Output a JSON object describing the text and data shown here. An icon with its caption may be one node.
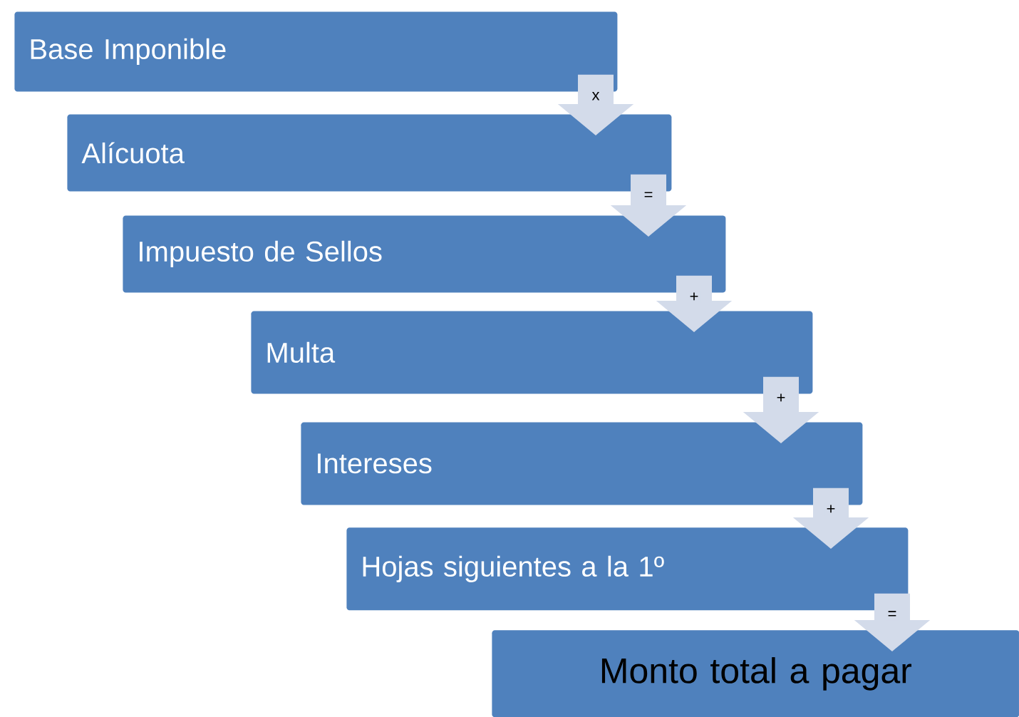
{
  "diagram": {
    "nodes": [
      {
        "text": [
          "Base Imponible"
        ]
      },
      {
        "text": [
          "Alícuota"
        ]
      },
      {
        "text": [
          "Impuesto de Sellos"
        ]
      },
      {
        "text": [
          "Multa"
        ]
      },
      {
        "text": [
          "Intereses"
        ]
      },
      {
        "text": [
          "Hojas siguientes a la 1º"
        ]
      },
      {
        "text": [
          "Monto total a pagar"
        ]
      }
    ],
    "edges": [
      {
        "from": 0,
        "to": 1,
        "arrow": "to",
        "label": "x"
      },
      {
        "from": 1,
        "to": 2,
        "arrow": "to",
        "label": "="
      },
      {
        "from": 2,
        "to": 3,
        "arrow": "to",
        "label": "+"
      },
      {
        "from": 3,
        "to": 4,
        "arrow": "to",
        "label": "+"
      },
      {
        "from": 4,
        "to": 5,
        "arrow": "to",
        "label": "+"
      },
      {
        "from": 5,
        "to": 6,
        "arrow": "to",
        "label": "="
      }
    ]
  }
}
